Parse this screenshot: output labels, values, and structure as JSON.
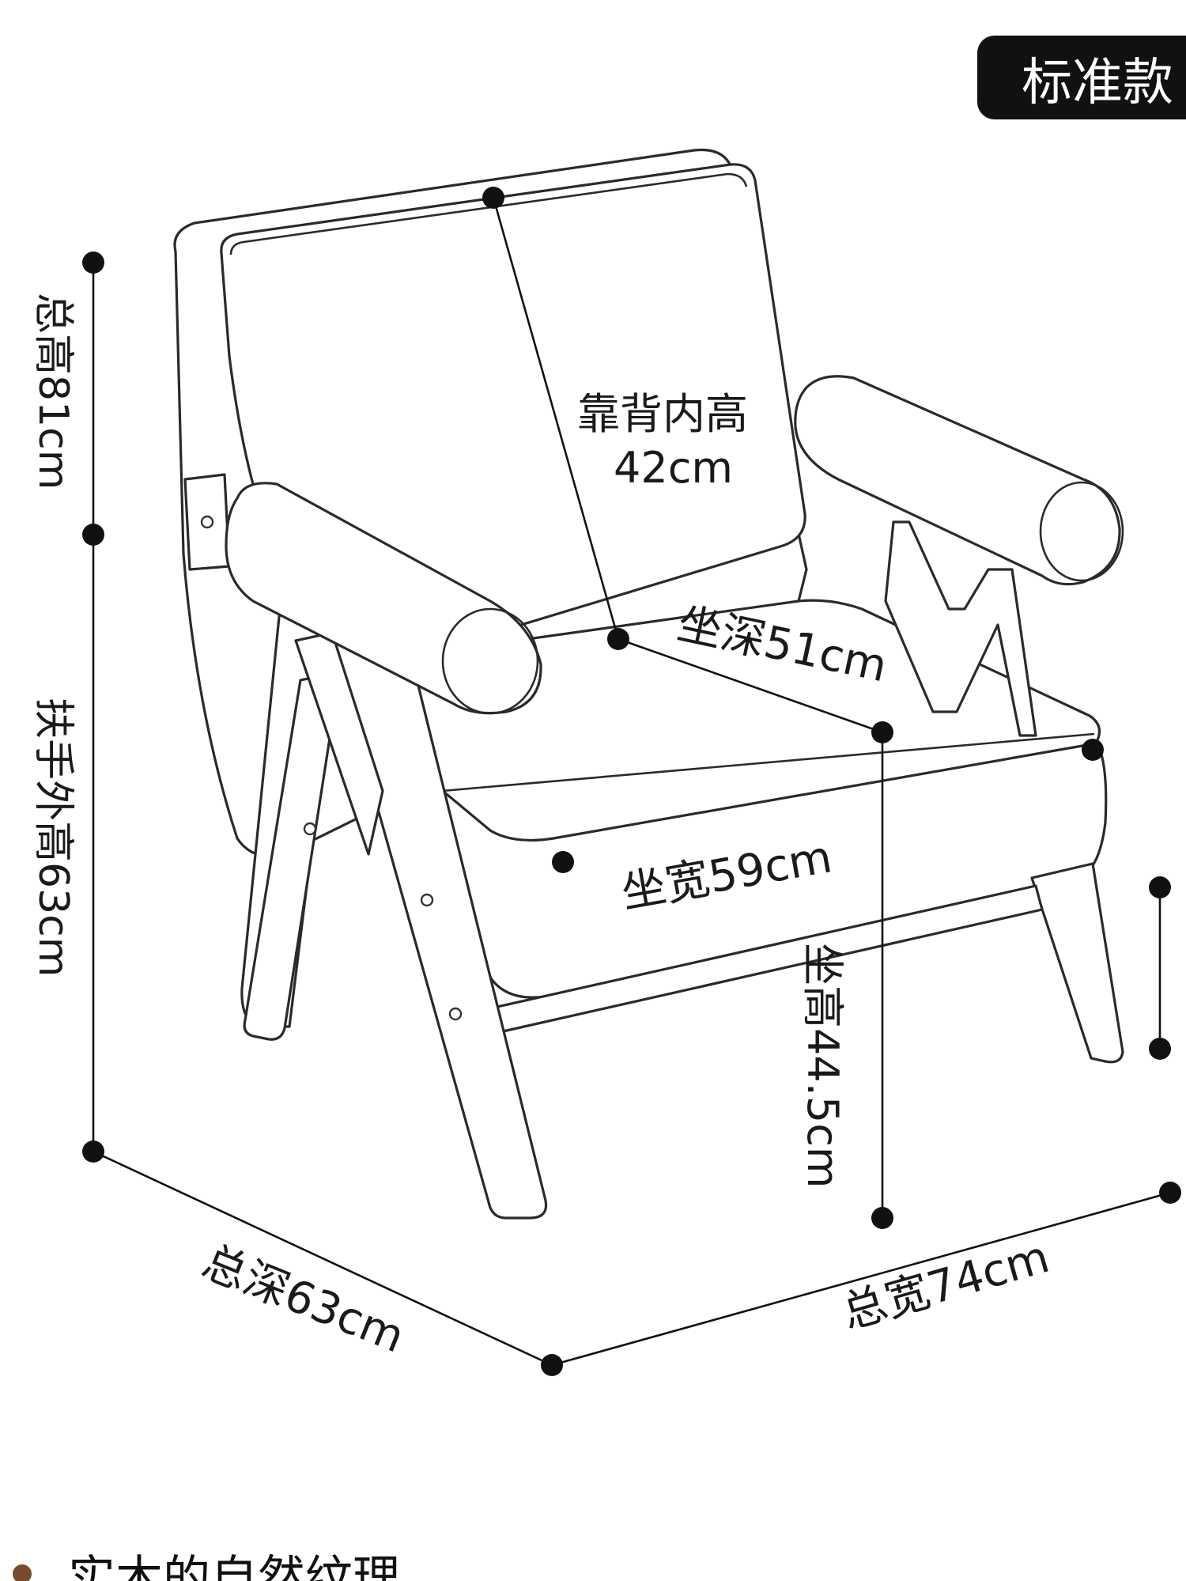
{
  "badge": {
    "label": "标准款"
  },
  "dimensions": {
    "total_height": "总高81cm",
    "back_inner_height": "靠背内高",
    "back_inner_height_value": "42cm",
    "seat_depth": "坐深51cm",
    "seat_width": "坐宽59cm",
    "armrest_height": "扶手外高63cm",
    "seat_height": "坐高44.5cm",
    "total_depth": "总深63cm",
    "total_width": "总宽74cm"
  },
  "footer": {
    "caption": "实木的自然纹理"
  },
  "colors": {
    "line": "#2a2a2a",
    "badge": "#111111",
    "bullet": "#7a4a2a"
  }
}
